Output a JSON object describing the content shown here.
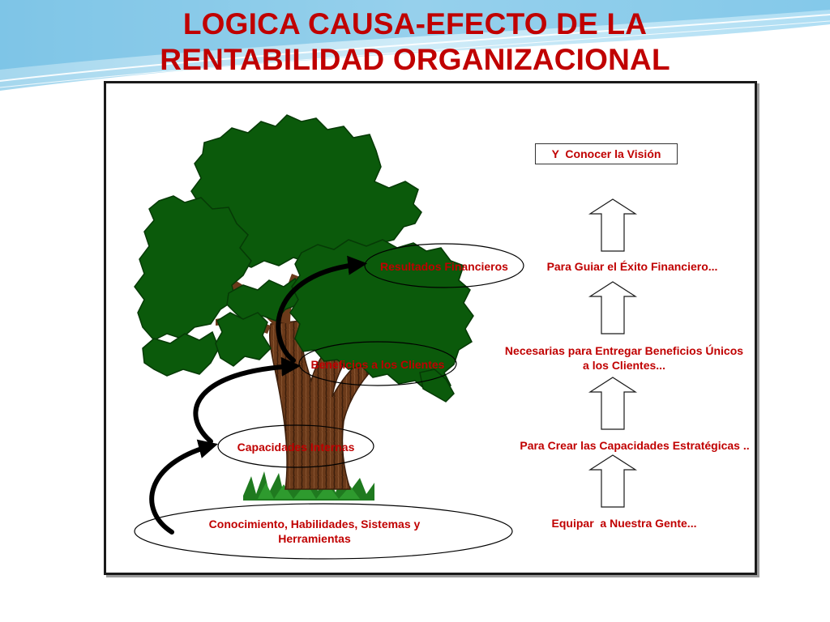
{
  "title": {
    "line1": "LOGICA CAUSA-EFECTO DE LA",
    "line2": "RENTABILIDAD ORGANIZACIONAL"
  },
  "tree_labels": {
    "base": "Conocimiento, Habilidades, Sistemas y Herramientas",
    "capacidades": "Capacidades Internas",
    "beneficios": "Beneficios a los Clientes",
    "resultados": "Resultados Financieros"
  },
  "ladder": {
    "vision": "Y  Conocer la Visión",
    "guiar": "Para Guiar el Éxito Financiero...",
    "necesarias": "Necesarias para Entregar Beneficios Únicos a los Clientes...",
    "crear": "Para Crear las Capacidades Estratégicas ..",
    "equipar": "Equipar  a Nuestra Gente..."
  },
  "colors": {
    "title_text": "#c00000",
    "label_text": "#c00000",
    "foliage": "#0b5a0b",
    "trunk": "#6b3a1a",
    "frame": "#1a1a1a",
    "swoosh": "#7fc8e8"
  }
}
